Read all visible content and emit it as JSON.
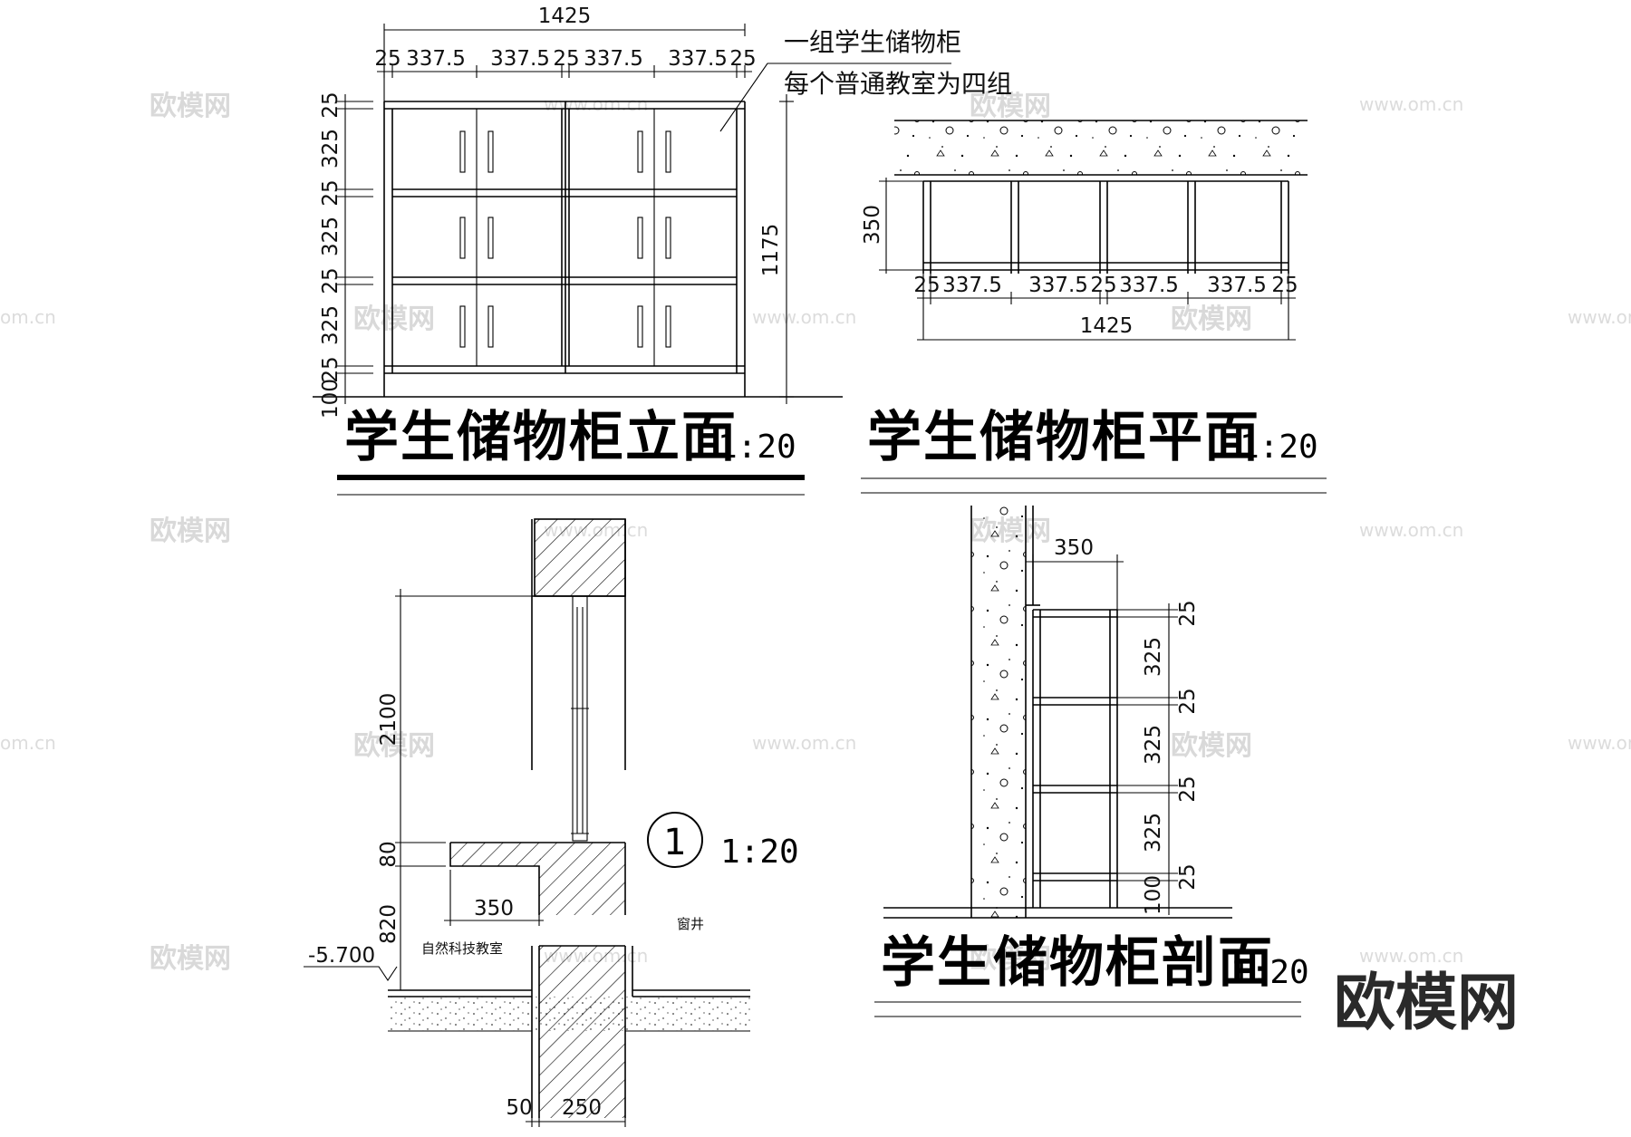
{
  "elevation": {
    "title": "学生储物柜立面",
    "scale": "1:20",
    "dim_top_total": "1425",
    "dim_top": [
      "25",
      "337.5",
      "337.5",
      "25",
      "337.5",
      "337.5",
      "25"
    ],
    "dim_left": [
      "25",
      "325",
      "25",
      "325",
      "25",
      "325",
      "25",
      "100"
    ],
    "dim_right": "1175",
    "note_line1": "一组学生储物柜",
    "note_line2": "每个普通教室为四组"
  },
  "plan": {
    "title": "学生储物柜平面",
    "scale": "1:20",
    "dim_depth": "350",
    "dim_row": [
      "25",
      "337.5",
      "337.5",
      "25",
      "337.5",
      "337.5",
      "25"
    ],
    "dim_total": "1425"
  },
  "detail": {
    "marker": "1",
    "scale": "1:20",
    "dim_height": "2100",
    "dim_sill": "80",
    "dim_base": "820",
    "dim_depth": "350",
    "level": "-5.700",
    "room_label": "自然科技教室",
    "shaft_label": "窗井",
    "dim_bottom": [
      "50",
      "250"
    ]
  },
  "section": {
    "title": "学生储物柜剖面",
    "scale": "1:20",
    "dim_depth": "350",
    "dim_right": [
      "25",
      "325",
      "25",
      "325",
      "25",
      "325",
      "25",
      "100"
    ]
  },
  "watermark": {
    "brand": "欧模网",
    "url": "www.om.cn",
    "url_partial": "om.cn"
  }
}
